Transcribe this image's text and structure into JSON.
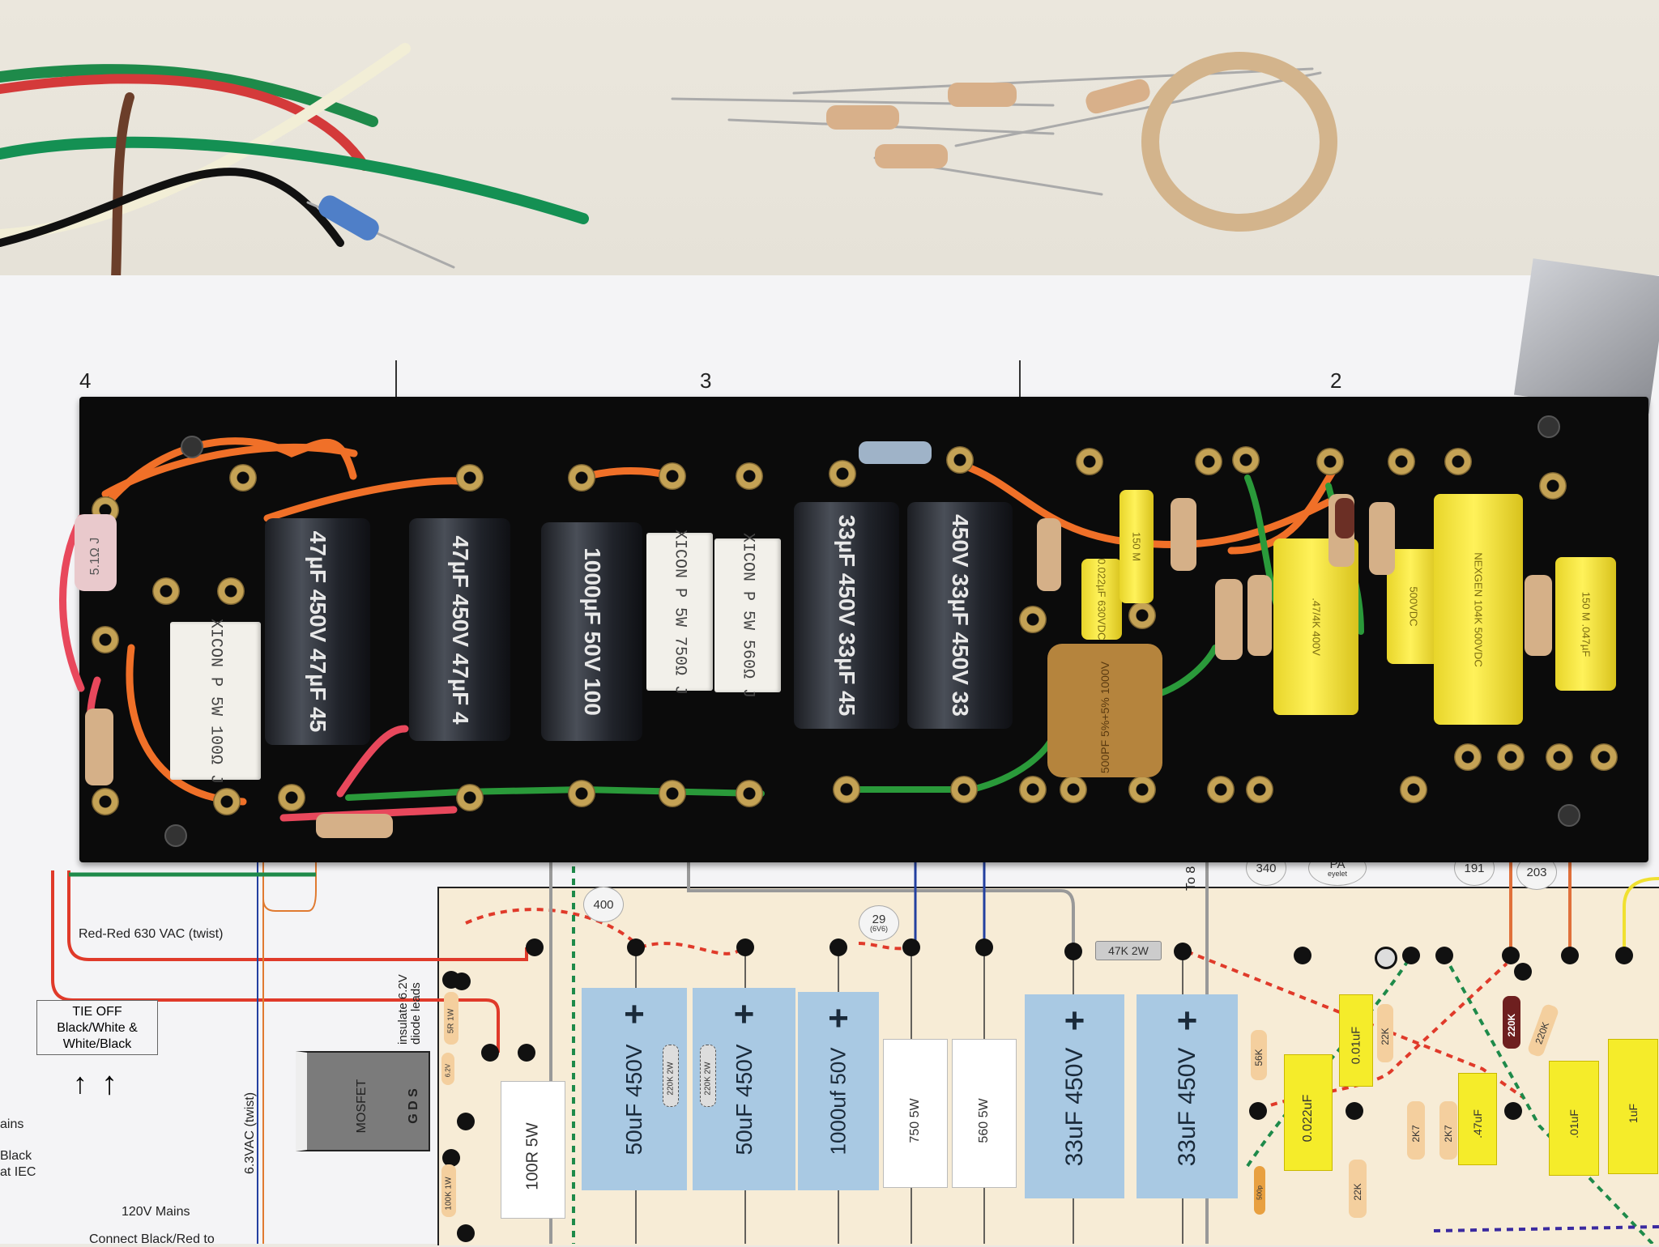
{
  "paper_columns": [
    "4",
    "3",
    "2"
  ],
  "board": {
    "electrolytic_caps": [
      "47µF 450V 47µF 45",
      "47µF 450V 47µF 4",
      "1000µF 50V 100",
      "33µF 450V 33µF 45",
      "450V 33µF 450V 33"
    ],
    "power_resistors": [
      "XICON P 5W 100Ω J",
      "XICON P 5W 750Ω J",
      "XICON P 5W 560Ω J"
    ],
    "yellow_caps": [
      "0.022µF 630VDC",
      "150 M",
      ".47/4K 400V",
      "500VDC",
      "NEXGEN 104K 500VDC",
      "150 M .047µF"
    ],
    "brown_cap": "500PF 5%+5% 1000V",
    "pink_resistor": "5.1Ω J"
  },
  "schematic": {
    "labels": {
      "red_wire": "Red-Red 630 VAC (twist)",
      "heater": "6.3VAC (twist)",
      "insulate": "insulate 6.2V diode leads",
      "mains": "120V Mains",
      "mains_left": "ains",
      "black_iec": "Black\nat IEC",
      "connect": "Connect Black/Red to",
      "to8": "To 8",
      "mosfet": "MOSFET",
      "mosfet_pins": "G D S",
      "res_5r": "5R 1W",
      "res_100k": "100K 1W",
      "res_47k": "47K 2W",
      "diode": "6.2V"
    },
    "tie_off": [
      "TIE OFF",
      "Black/White &",
      "White/Black"
    ],
    "nodes": [
      {
        "num": "400",
        "sub": ""
      },
      {
        "num": "29",
        "sub": "(6V6)"
      },
      {
        "num": "340",
        "sub": ""
      },
      {
        "num": "PA",
        "sub": "eyelet"
      },
      {
        "num": "191",
        "sub": ""
      },
      {
        "num": "203",
        "sub": ""
      }
    ],
    "power_section": [
      "100R 5W",
      "50uF 450V",
      "50uF 450V",
      "1000uf 50V",
      "750 5W",
      "560 5W",
      "33uF 450V",
      "33uF 450V"
    ],
    "bleeders": [
      "220K 2W",
      "220K 2W"
    ],
    "preamp": {
      "caps": [
        "0.022uF",
        "0.01uF",
        ".47uF",
        ".01uF",
        "1uF"
      ],
      "resistors": [
        "56K",
        "22K",
        "22K",
        "2K7",
        "2K7",
        "220K",
        "220K",
        "500p"
      ]
    }
  }
}
